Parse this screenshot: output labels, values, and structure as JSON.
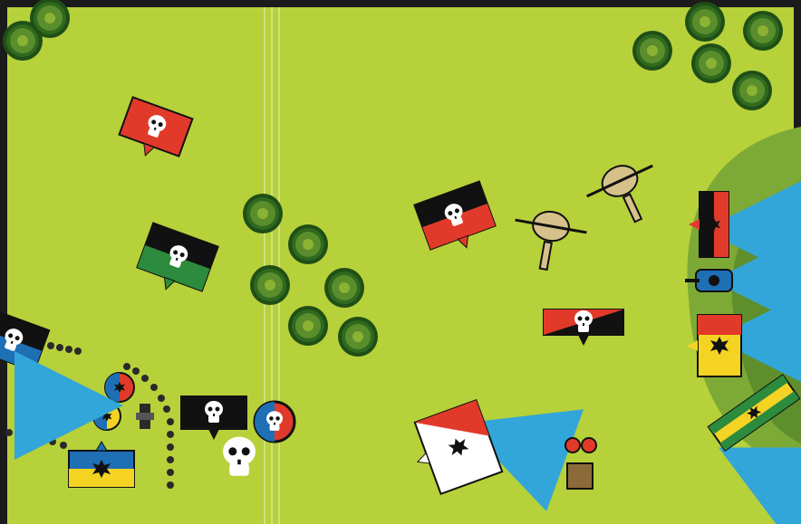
{
  "map": {
    "colors": {
      "field": "#b7d13a",
      "field_edge": "#a6c22c",
      "hill_outer": "#7daa36",
      "hill_inner": "#5e8f2c",
      "tree_dark": "#1f4f16",
      "tree_light": "#6f9e3b",
      "river_line": "#d8e7a0",
      "arrow_blue": "#32a6d8",
      "banner_red": "#e23a2a",
      "banner_black": "#111111",
      "banner_green": "#2c8b3c",
      "banner_yellow": "#f4d323",
      "banner_white": "#ffffff",
      "banner_blue": "#1f6fb5",
      "skull_white": "#ffffff"
    },
    "units": [
      {
        "name": "red-skull-unit",
        "faction": "orc"
      },
      {
        "name": "green-black-skull-unit",
        "faction": "orc"
      },
      {
        "name": "black-red-skull-unit-center",
        "faction": "orc"
      },
      {
        "name": "red-black-skull-unit",
        "faction": "orc"
      },
      {
        "name": "black-skull-unit",
        "faction": "orc"
      },
      {
        "name": "black-blue-skull-unit-left",
        "faction": "orc"
      },
      {
        "name": "empire-yellow-blue-unit",
        "faction": "empire"
      },
      {
        "name": "empire-red-black-unit",
        "faction": "empire"
      },
      {
        "name": "empire-yellow-red-unit",
        "faction": "empire"
      },
      {
        "name": "empire-white-red-unit",
        "faction": "empire"
      },
      {
        "name": "empire-green-yellow-unit",
        "faction": "empire"
      }
    ],
    "icons": [
      "skull-icon",
      "eagle-icon",
      "movement-arrow-icon",
      "tree-icon",
      "war-machine-icon",
      "tank-icon",
      "chariot-icon"
    ]
  }
}
